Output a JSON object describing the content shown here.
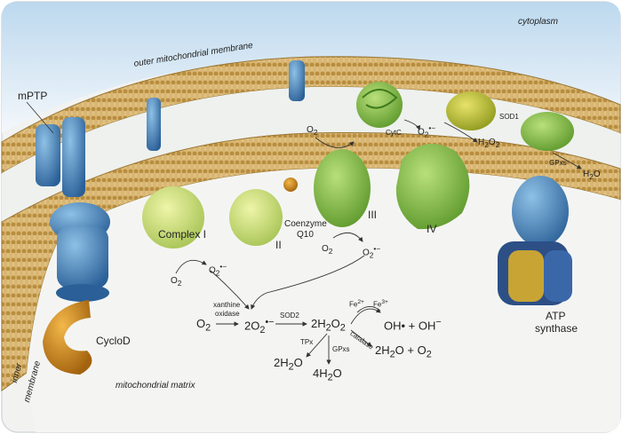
{
  "regions": {
    "cytoplasm": "cytoplasm",
    "outer_membrane": "outer mitochondrial membrane",
    "inner_membrane_line1": "inner",
    "inner_membrane_line2": "membrane",
    "matrix": "mitochondrial matrix"
  },
  "proteins": {
    "mptp": "mPTP",
    "complex1": "Complex I",
    "complex2": "II",
    "coenzyme_line1": "Coenzyme",
    "coenzyme_line2": "Q10",
    "complex3": "III",
    "complex4": "IV",
    "cytc": "CytC",
    "sod1": "SOD1",
    "gpxs_top": "GPxs",
    "atp_line1": "ATP",
    "atp_line2": "synthase",
    "cyclod": "CycloD"
  },
  "reactions": {
    "o2_top": "O",
    "o2_top_sub": "2",
    "o2m_top": "O",
    "o2m_top_sub": "2",
    "o2m_top_sup": "•−",
    "h2o2_top": "H",
    "h2o2_top_sub1": "2",
    "h2o2_top_mid": "O",
    "h2o2_top_sub2": "2",
    "h2o_top": "H",
    "h2o_top_sub": "2",
    "h2o_top_end": "O",
    "o2_c1": "O",
    "o2_c1_sub": "2",
    "o2m_c1": "O",
    "o2m_c1_sub": "2",
    "o2m_c1_sup": "•−",
    "o2_c3": "O",
    "o2_c3_sub": "2",
    "o2m_c3": "O",
    "o2m_c3_sub": "2",
    "o2m_c3_sup": "•−",
    "o2_main": "O",
    "o2_main_sub": "2",
    "xanthine_line1": "xanthine",
    "xanthine_line2": "oxidase",
    "two_o2m": "2O",
    "two_o2m_sub": "2",
    "two_o2m_sup": "•−",
    "sod2": "SOD2",
    "two_h2o2": "2H",
    "two_h2o2_sub1": "2",
    "two_h2o2_mid": "O",
    "two_h2o2_sub2": "2",
    "fe2": "Fe",
    "fe2_sup": "2+",
    "fe3": "Fe",
    "fe3_sup": "3+",
    "oh_products": "OH• + OH",
    "oh_products_sup": "−",
    "catalase": "catalase",
    "catalase_products": "2H",
    "catalase_products_sub": "2",
    "catalase_products_mid": "O + O",
    "catalase_products_sub2": "2",
    "tpx": "TPx",
    "tpx_product": "2H",
    "tpx_product_sub": "2",
    "tpx_product_end": "O",
    "gpxs_matrix": "GPxs",
    "gpxs_product": "4H",
    "gpxs_product_sub": "2",
    "gpxs_product_end": "O"
  },
  "colors": {
    "membrane": "#c9a464",
    "complex_green": "#8fbf4a",
    "complex_light": "#cfe07a",
    "channel_blue": "#3f78b4",
    "atp_gold": "#c9a43a",
    "cyclod_orange": "#d08a1c",
    "sky": "#dcebf5",
    "matrix": "#f3f4f2"
  }
}
